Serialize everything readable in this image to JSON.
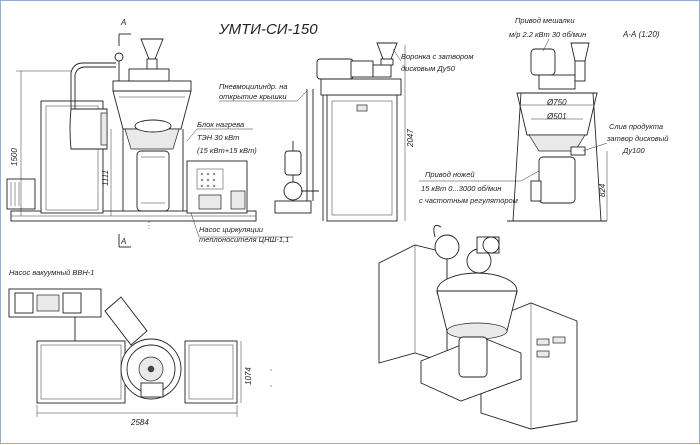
{
  "title": "УМТИ-СИ-150",
  "section_marker": "А",
  "section_label": "А-А (1:20)",
  "labels": {
    "pneumo": [
      "Пневмоцилиндр. на",
      "открытие крышки"
    ],
    "heating": [
      "Блок нагрева",
      "ТЭН 30 кВт",
      "(15 кВт+15 кВт)"
    ],
    "pump_circ": [
      "Насос циркуляции",
      "теплоносителя ЦНШ-1,1"
    ],
    "funnel": [
      "Воронка с затвором",
      "дисковым Ду50"
    ],
    "mixer_drive": [
      "Привод мешалки",
      "м/р 2.2 кВт 30 об/мин"
    ],
    "drain": [
      "Слив продукта",
      "затвор дисковый",
      "Ду100"
    ],
    "knife_drive": [
      "Привод ножей",
      "15 кВт 0...3000 об/мин",
      "с частотным регулятором"
    ],
    "vacuum_pump": "Насос вакуумный ВВН-1"
  },
  "dimensions": {
    "h1500": "1500",
    "h1111": "1111",
    "h2047": "2047",
    "d750": "Ø750",
    "d501": "Ø501",
    "h824": "824",
    "h1074": "1074",
    "w2584": "2584"
  }
}
